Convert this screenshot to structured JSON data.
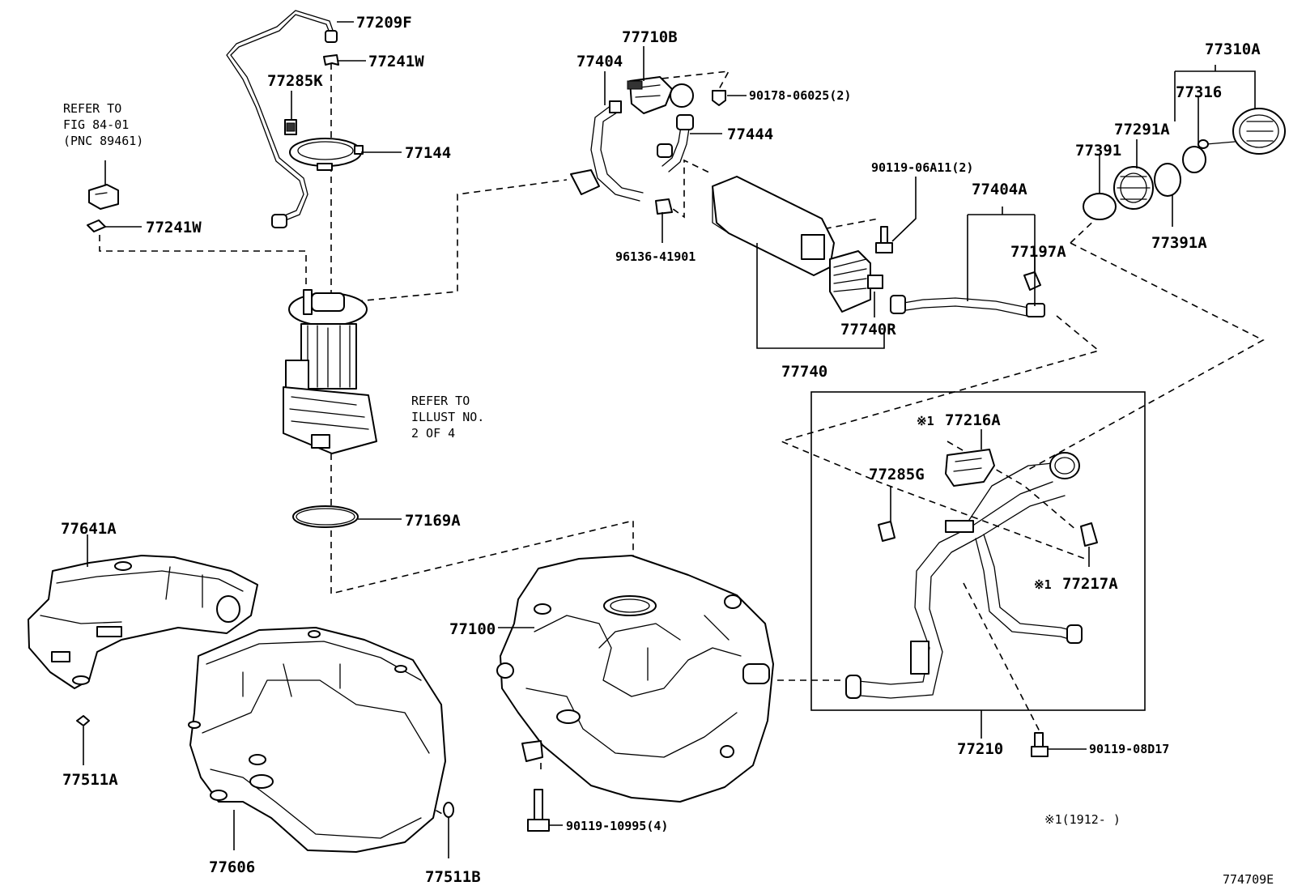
{
  "diagram_id": "774709E",
  "refer_fig": {
    "line1": "REFER TO",
    "line2": "FIG 84-01",
    "line3": "(PNC 89461)"
  },
  "refer_illust": {
    "line1": "REFER TO",
    "line2": "ILLUST NO.",
    "line3": "2 OF 4"
  },
  "footnote": "※1(1912-     )",
  "labels": {
    "p77209F": "77209F",
    "p77241W_top": "77241W",
    "p77285K": "77285K",
    "p77144": "77144",
    "p77241W_left": "77241W",
    "p77169A": "77169A",
    "p77641A": "77641A",
    "p77511A": "77511A",
    "p77606": "77606",
    "p77511B": "77511B",
    "p77100": "77100",
    "p90119_10995": "90119-10995(4)",
    "p77710B": "77710B",
    "p77404": "77404",
    "p90178_06025": "90178-06025(2)",
    "p77444": "77444",
    "p96136_41901": "96136-41901",
    "p90119_06A11": "90119-06A11(2)",
    "p77740R": "77740R",
    "p77740": "77740",
    "p77404A": "77404A",
    "p77197A": "77197A",
    "p77310A": "77310A",
    "p77316": "77316",
    "p77291A": "77291A",
    "p77391": "77391",
    "p77391A": "77391A",
    "p77216A": "77216A",
    "p77216A_mark": "※1",
    "p77285G": "77285G",
    "p77217A": "77217A",
    "p77217A_mark": "※1",
    "p77210": "77210",
    "p90119_08D17": "90119-08D17"
  }
}
